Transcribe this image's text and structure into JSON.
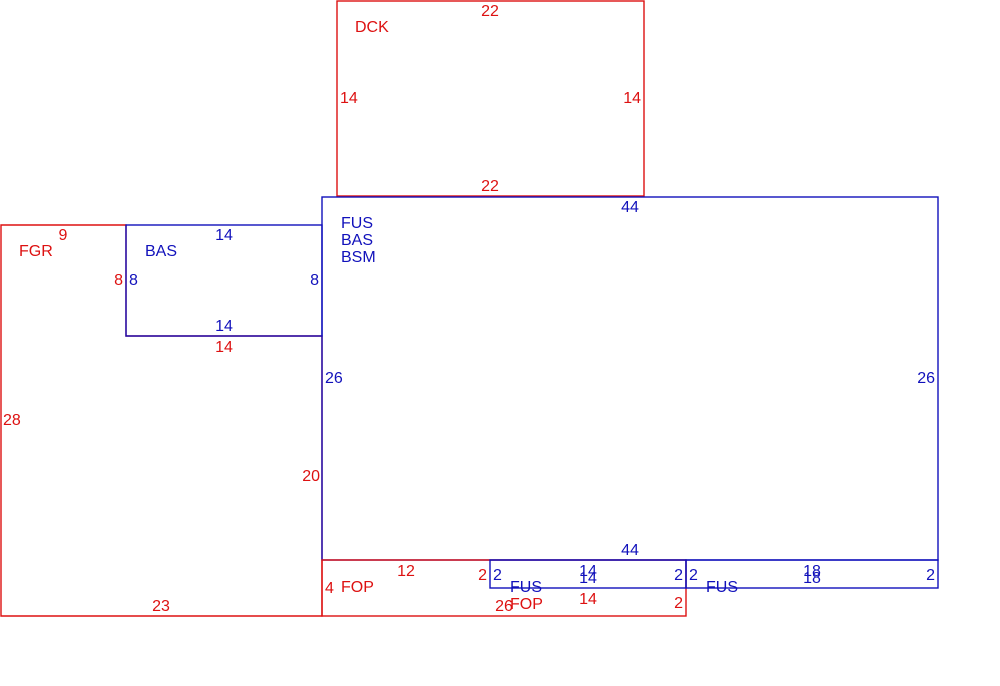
{
  "colors": {
    "red": "#dd1111",
    "blue": "#1111bb",
    "background": "#ffffff"
  },
  "areas": [
    {
      "id": "dck",
      "code_lines": [
        "DCK"
      ],
      "color": "red",
      "sides": [
        "22",
        "14",
        "14",
        "22"
      ]
    },
    {
      "id": "fgr",
      "code_lines": [
        "FGR"
      ],
      "color": "red",
      "sides": [
        "9",
        "8",
        "14",
        "20",
        "23",
        "28"
      ]
    },
    {
      "id": "bas",
      "code_lines": [
        "BAS"
      ],
      "color": "blue",
      "sides": [
        "14",
        "8",
        "8",
        "14"
      ]
    },
    {
      "id": "main",
      "code_lines": [
        "FUS",
        "BAS",
        "BSM"
      ],
      "color": "blue",
      "sides": [
        "44",
        "26",
        "26",
        "44"
      ]
    },
    {
      "id": "fop-left",
      "code_lines": [
        "FOP"
      ],
      "color": "red",
      "sides": [
        "4",
        "12",
        "2",
        "26"
      ]
    },
    {
      "id": "fus-small",
      "code_lines": [
        "FUS"
      ],
      "color": "blue",
      "sides": [
        "2",
        "14",
        "14",
        "2"
      ]
    },
    {
      "id": "fop-small",
      "code_lines": [
        "FOP"
      ],
      "color": "red",
      "sides": [
        "14",
        "2"
      ]
    },
    {
      "id": "fus-right",
      "code_lines": [
        "FUS"
      ],
      "color": "blue",
      "sides": [
        "2",
        "18",
        "18",
        "2"
      ]
    }
  ]
}
